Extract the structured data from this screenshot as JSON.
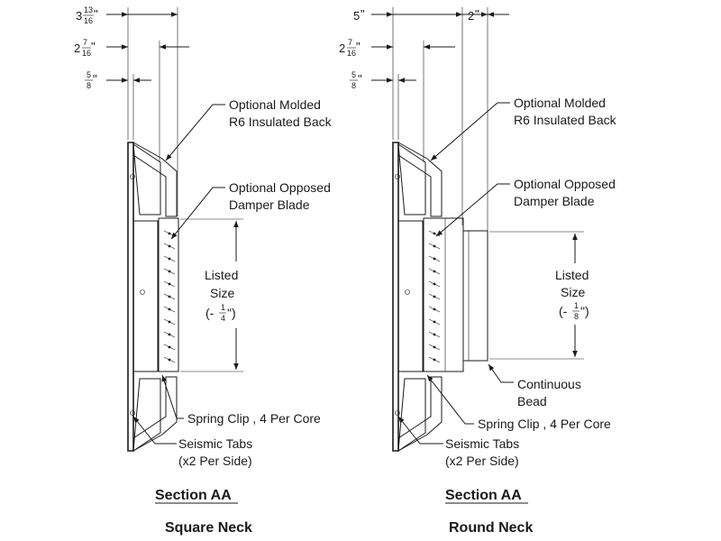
{
  "left": {
    "dims": {
      "d1": {
        "whole": "3",
        "num": "13",
        "den": "16",
        "mark": "\""
      },
      "d2": {
        "whole": "2",
        "num": "7",
        "den": "16",
        "mark": "\""
      },
      "d3": {
        "num": "5",
        "den": "8",
        "mark": "\""
      }
    },
    "labels": {
      "back_line1": "Optional  Molded",
      "back_line2": "R6 Insulated Back",
      "damper_line1": "Optional Opposed",
      "damper_line2": "Damper Blade",
      "listed_line1": "Listed",
      "listed_line2": "Size",
      "tol_open": "(-",
      "tol_num": "1",
      "tol_den": "4",
      "tol_close": "\")",
      "spring": "Spring Clip , 4 Per Core",
      "seismic_line1": "Seismic Tabs",
      "seismic_line2": "(x2 Per Side)"
    },
    "section_title": "Section AA",
    "neck_title": "Square Neck"
  },
  "right": {
    "dims": {
      "d0": {
        "whole": "5",
        "mark": "\""
      },
      "d0b": {
        "whole": "2",
        "mark": "\""
      },
      "d2": {
        "whole": "2",
        "num": "7",
        "den": "16",
        "mark": "\""
      },
      "d3": {
        "num": "5",
        "den": "8",
        "mark": "\""
      }
    },
    "labels": {
      "back_line1": "Optional  Molded",
      "back_line2": "R6 Insulated Back",
      "damper_line1": "Optional Opposed",
      "damper_line2": "Damper Blade",
      "listed_line1": "Listed",
      "listed_line2": "Size",
      "tol_open": "(-",
      "tol_num": "1",
      "tol_den": "8",
      "tol_close": "\")",
      "bead_line1": "Continuous",
      "bead_line2": "Bead",
      "spring": "Spring Clip , 4 Per Core",
      "seismic_line1": "Seismic Tabs",
      "seismic_line2": "(x2 Per Side)"
    },
    "section_title": "Section AA",
    "neck_title": "Round Neck"
  }
}
